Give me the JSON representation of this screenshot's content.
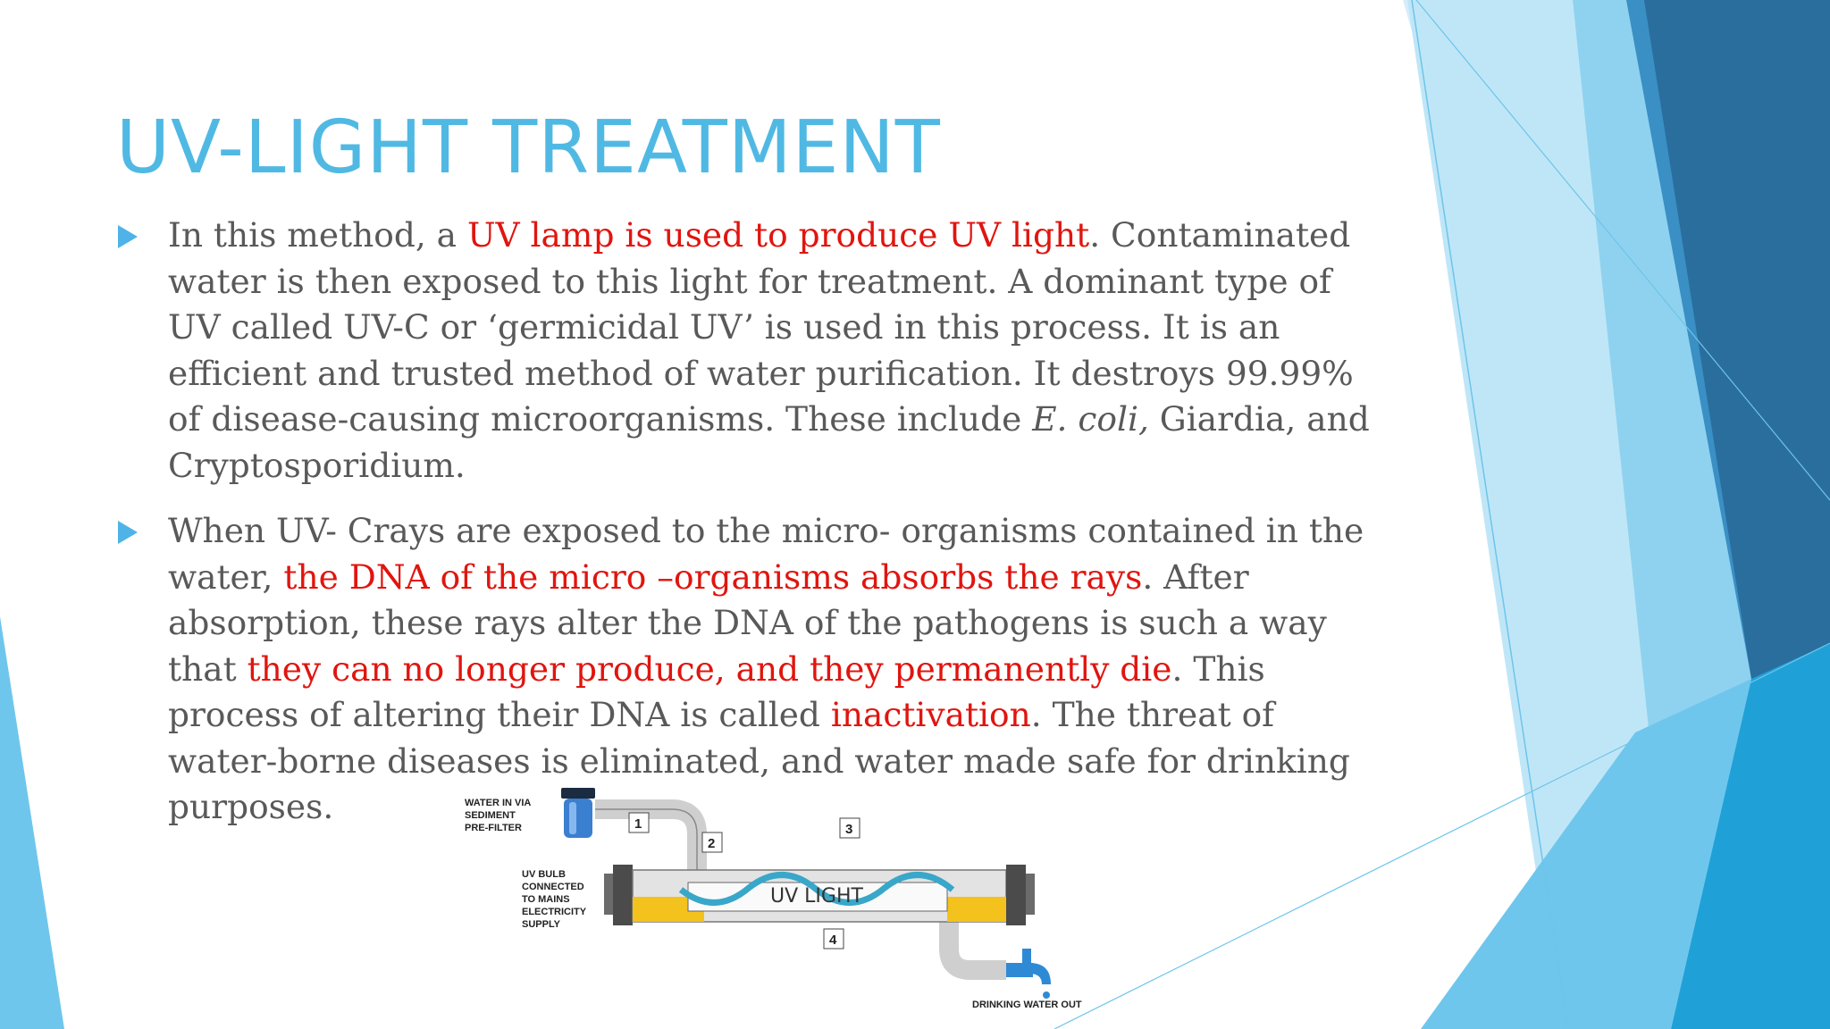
{
  "title": "UV-LIGHT TREATMENT",
  "bullets": [
    {
      "segments": [
        {
          "text": "In this method, a ",
          "style": "normal"
        },
        {
          "text": "UV lamp is used to produce UV light",
          "style": "red"
        },
        {
          "text": ". Contaminated water is then exposed to this light for treatment. A dominant type of UV called UV-C or ‘germicidal UV’ is used in this process. It is an efficient and trusted method of water purification. It destroys 99.99% of disease-causing microorganisms. These include ",
          "style": "normal"
        },
        {
          "text": "E. coli,",
          "style": "italic"
        },
        {
          "text": " Giardia, and Cryptosporidium.",
          "style": "normal"
        }
      ]
    },
    {
      "segments": [
        {
          "text": "When UV- Crays are exposed to the micro- organisms contained in the water, ",
          "style": "normal"
        },
        {
          "text": "the DNA of the micro –organisms absorbs the rays",
          "style": "red"
        },
        {
          "text": ". After absorption, these rays alter the DNA of the pathogens is such a way that ",
          "style": "normal"
        },
        {
          "text": "they can no longer produce, and they permanently die",
          "style": "red"
        },
        {
          "text": ". This process of altering their DNA is called ",
          "style": "normal"
        },
        {
          "text": "inactivation",
          "style": "red"
        },
        {
          "text": ". The threat of water-borne diseases is eliminated, and water made safe for drinking purposes.",
          "style": "normal"
        }
      ]
    }
  ],
  "diagram": {
    "water_in_label": [
      "WATER IN VIA",
      "SEDIMENT",
      "PRE-FILTER"
    ],
    "uv_bulb_label": [
      "UV BULB",
      "CONNECTED",
      "TO MAINS",
      "ELECTRICITY",
      "SUPPLY"
    ],
    "drinking_out_label": "DRINKING WATER OUT",
    "steps": [
      "1",
      "2",
      "3",
      "4"
    ],
    "uv_light_text": "UV LIGHT"
  },
  "colors": {
    "title": "#50b9e3",
    "body_text": "#595959",
    "highlight": "#e0150f",
    "bullet_marker": "#4fb3e8",
    "deco_dark": "#2a6e9e",
    "deco_light": "#87d3f0"
  }
}
